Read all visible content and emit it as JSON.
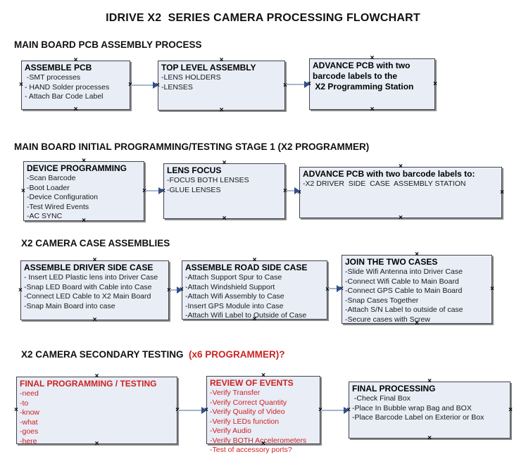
{
  "page_title": "IDRIVE X2  SERIES CAMERA PROCESSING FLOWCHART",
  "section_headers": {
    "s1": "MAIN BOARD PCB ASSEMBLY PROCESS",
    "s2": "MAIN BOARD INITIAL PROGRAMMING/TESTING STAGE 1 (X2 PROGRAMMER)",
    "s3": "X2 CAMERA CASE ASSEMBLIES",
    "s4_black": "X2 CAMERA SECONDARY TESTING  ",
    "s4_red": "(x6 PROGRAMMER)?"
  },
  "boxes": {
    "assemble_pcb": {
      "title": "ASSEMBLE PCB",
      "items": [
        " -SMT processes",
        "- HAND Solder processes",
        "- Attach Bar Code Label"
      ]
    },
    "top_level_assembly": {
      "title": "TOP LEVEL ASSEMBLY",
      "items": [
        "-LENS HOLDERS",
        "-LENSES"
      ]
    },
    "advance_pcb_1": {
      "title": "ADVANCE PCB with two\nbarcode labels to the\n X2 Programming Station",
      "items": []
    },
    "device_programming": {
      "title": "DEVICE PROGRAMMING",
      "items": [
        "-Scan Barcode",
        "-Boot Loader",
        "-Device Configuration",
        "-Test Wired Events",
        "-AC SYNC"
      ]
    },
    "lens_focus": {
      "title": "LENS FOCUS",
      "items": [
        "-FOCUS BOTH LENSES",
        "-GLUE LENSES"
      ]
    },
    "advance_pcb_2": {
      "title": "ADVANCE PCB with two barcode labels to:",
      "items": [
        "-X2 DRIVER  SIDE  CASE  ASSEMBLY STATION"
      ]
    },
    "assemble_driver_side": {
      "title": "ASSEMBLE DRIVER SIDE CASE",
      "items": [
        "- Insert LED Plastic lens into Driver Case",
        "-Snap LED Board with Cable into Case",
        "-Connect LED Cable to X2 Main Board",
        "-Snap Main Board into case"
      ]
    },
    "assemble_road_side": {
      "title": "ASSEMBLE ROAD SIDE CASE",
      "items": [
        "-Attach Support Spur to Case",
        "-Attach Windshield Support",
        "-Attach Wifi Assembly to Case",
        "-Insert GPS Module into Case",
        "-Attach Wifi Label to Outside of Case"
      ]
    },
    "join_two_cases": {
      "title": "JOIN THE TWO CASES",
      "items": [
        "-Slide Wifi Antenna into Driver Case",
        "-Connect Wifi Cable to Main Board",
        "-Connect GPS Cable to Main Board",
        "-Snap Cases Together",
        "-Attach S/N Label to outside of case",
        "-Secure cases with Screw"
      ]
    },
    "final_programming": {
      "title": "FINAL PROGRAMMING / TESTING",
      "items": [
        "-need",
        "-to",
        "-know",
        "-what",
        "-goes",
        "-here"
      ]
    },
    "review_of_events": {
      "title": "REVIEW OF EVENTS",
      "items": [
        "-Verify Transfer",
        "-Verify Correct Quantity",
        "-Verify Quality of Video",
        "-Verify LEDs function",
        "-Verify Audio",
        "-Verify BOTH Accelerometers",
        "-Test of accessory ports?"
      ]
    },
    "final_processing": {
      "title": "FINAL PROCESSING",
      "items": [
        " -Check Final Box",
        "-Place In Bubble wrap Bag and BOX",
        "-Place Barcode Label on Exterior or Box"
      ]
    }
  },
  "icons": {
    "connection_point": "×"
  },
  "colors": {
    "box_fill": "#e8edf6",
    "box_border": "#43434d",
    "box_shadow": "#8a8a8a",
    "red_text": "#cc2222",
    "arrow_line": "#a6b6ca",
    "arrow_head": "#2f4f8f"
  }
}
